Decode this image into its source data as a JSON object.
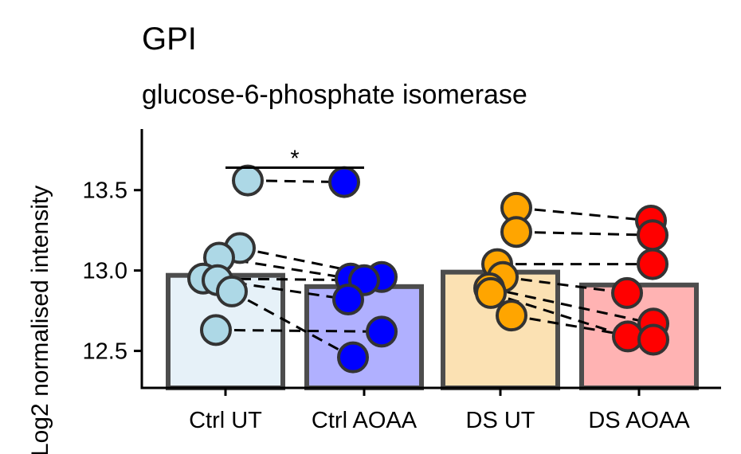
{
  "chart_data": {
    "type": "bar",
    "title": "GPI",
    "subtitle": "glucose-6-phosphate isomerase",
    "ylabel": "Log2 normalised intensity",
    "xlabel": "",
    "categories": [
      "Ctrl UT",
      "Ctrl AOAA",
      "DS UT",
      "DS AOAA"
    ],
    "bar_values": [
      12.97,
      12.9,
      12.99,
      12.91
    ],
    "bar_fills": [
      "#e6f1f8",
      "#b0b0ff",
      "#fbe1b3",
      "#ffb3b3"
    ],
    "point_colors": [
      "#add8e6",
      "#0000ff",
      "#ffa500",
      "#ff0000"
    ],
    "ylim": [
      12.27,
      13.88
    ],
    "yticks": [
      12.5,
      13.0,
      13.5
    ],
    "ytick_labels": [
      "12.5",
      "13.0",
      "13.5"
    ],
    "points": [
      [
        13.56,
        13.14,
        13.08,
        12.95,
        12.94,
        12.87,
        12.63
      ],
      [
        13.55,
        12.95,
        12.96,
        12.94,
        12.82,
        12.62,
        12.46
      ],
      [
        13.39,
        13.24,
        13.04,
        12.96,
        12.89,
        12.86,
        12.72
      ],
      [
        13.31,
        13.22,
        13.04,
        12.86,
        12.67,
        12.59,
        12.57
      ]
    ],
    "pairings": [
      {
        "from": 0,
        "to": 1,
        "pairs": [
          [
            0,
            0
          ],
          [
            1,
            2
          ],
          [
            2,
            1
          ],
          [
            3,
            3
          ],
          [
            4,
            4
          ],
          [
            6,
            5
          ],
          [
            5,
            6
          ]
        ]
      },
      {
        "from": 2,
        "to": 3,
        "pairs": [
          [
            0,
            0
          ],
          [
            1,
            1
          ],
          [
            2,
            2
          ],
          [
            3,
            3
          ],
          [
            4,
            4
          ],
          [
            5,
            5
          ],
          [
            6,
            6
          ]
        ]
      }
    ],
    "significance": [
      {
        "between": [
          0,
          1
        ],
        "y": 13.64,
        "label": "*"
      }
    ],
    "grid": false,
    "legend": "none"
  }
}
